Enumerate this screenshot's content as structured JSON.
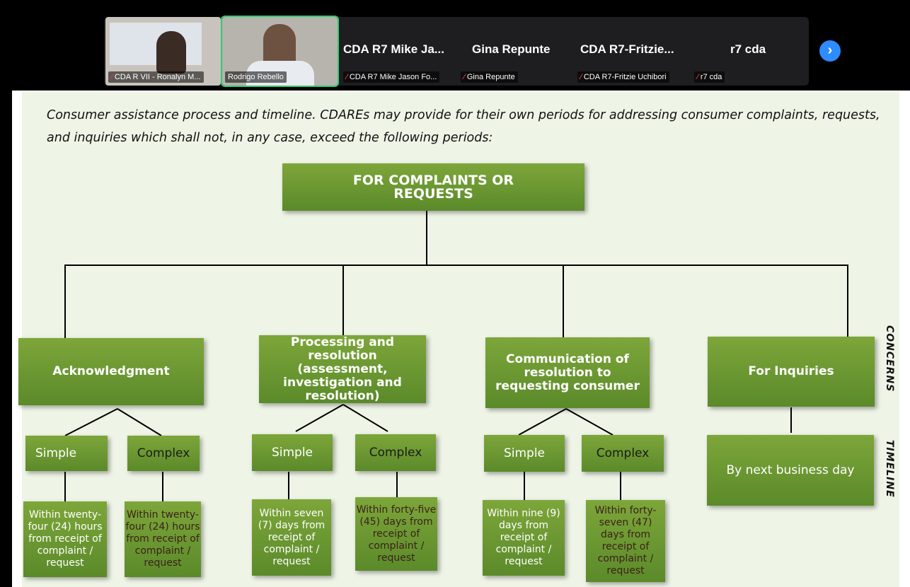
{
  "video_strip": {
    "tiles": [
      {
        "label": "CDA R VII - Ronalyn M..."
      },
      {
        "label": "Rodrigo Rebello"
      },
      {
        "big_name": "CDA R7 Mike Ja...",
        "label": "CDA R7 Mike Jason Fo..."
      },
      {
        "big_name": "Gina Repunte",
        "label": "Gina Repunte"
      },
      {
        "big_name": "CDA R7-Fritzie...",
        "label": "CDA R7-Fritzie Uchibori"
      },
      {
        "big_name": "r7 cda",
        "label": "r7 cda"
      }
    ],
    "next_icon": "chevron-right-icon"
  },
  "slide": {
    "intro": "Consumer assistance process and timeline. CDAREs may provide for their own periods for addressing consumer complaints, requests, and inquiries which shall not, in any case, exceed the following periods:",
    "top_box": "FOR COMPLAINTS OR REQUESTS",
    "concerns": [
      "Acknowledgment",
      "Processing and resolution (assessment, investigation and resolution)",
      "Communication of resolution to requesting consumer",
      "For Inquiries"
    ],
    "types": {
      "simple": "Simple",
      "complex": "Complex"
    },
    "timelines": [
      "Within twenty-four (24) hours from receipt of complaint / request",
      "Within twenty-four (24) hours from receipt of complaint / request",
      "Within seven (7) days from receipt of complaint / request",
      "Within forty-five (45) days from receipt of complaint / request",
      "Within nine (9) days from receipt of complaint / request",
      "Within forty-seven (47) days from receipt of complaint / request",
      "By next business day"
    ],
    "side_labels": {
      "concerns": "CONCERNS",
      "timeline": "TIMELINE"
    }
  }
}
